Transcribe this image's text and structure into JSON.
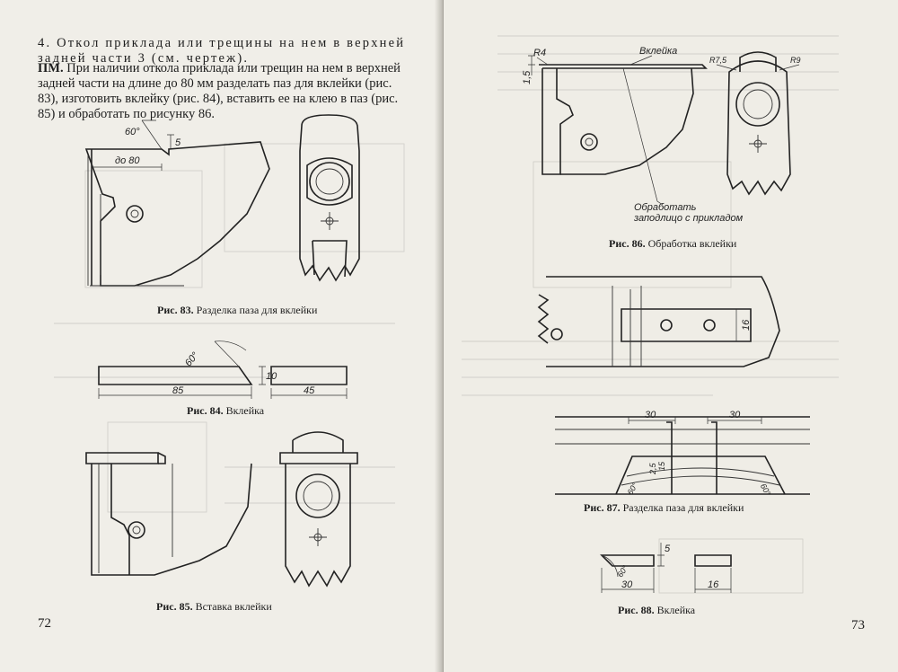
{
  "left_page": {
    "heading": "4. Откол приклада или трещины на нем в верхней задней части 3 (см. чертеж).",
    "pm_label": "ПМ.",
    "pm_text": "При наличии откола приклада или трещин на нем в верхней задней части на длине до 80 мм разделать паз для вклейки (рис. 83), изготовить вклейку (рис. 84), вставить ее на клею в паз (рис. 85) и обработать по рисунку 86.",
    "figure_83": {
      "number": "Рис. 83.",
      "title": "Разделка паза для вклейки",
      "dims": {
        "angle": "60°",
        "height": "5",
        "length": "до 80"
      }
    },
    "figure_84": {
      "number": "Рис. 84.",
      "title": "Вклейка",
      "dims": {
        "angle": "60°",
        "height": "10",
        "length_a": "85",
        "length_b": "45"
      }
    },
    "figure_85": {
      "number": "Рис. 85.",
      "title": "Вставка вклейки"
    },
    "page_number": "72"
  },
  "right_page": {
    "figure_86": {
      "number": "Рис. 86.",
      "title": "Обработка вклейки",
      "labels": {
        "insert": "Вклейка",
        "finish_line1": "Обработать",
        "finish_line2": "заподлицо с прикладом"
      },
      "dims": {
        "radius_a": "R4",
        "height": "1,5",
        "radius_b": "R7,5",
        "radius_c": "R9"
      }
    },
    "figure_87": {
      "number": "Рис. 87.",
      "title": "Разделка паза для вклейки",
      "dims": {
        "width_top": "16",
        "length_a": "30",
        "length_b": "30",
        "depth_a": "2,5",
        "depth_b": "15",
        "angle_a": "60°",
        "angle_b": "60°"
      }
    },
    "figure_88": {
      "number": "Рис. 88.",
      "title": "Вклейка",
      "dims": {
        "angle": "60°",
        "height": "5",
        "length_a": "30",
        "length_b": "16"
      }
    },
    "page_number": "73"
  }
}
